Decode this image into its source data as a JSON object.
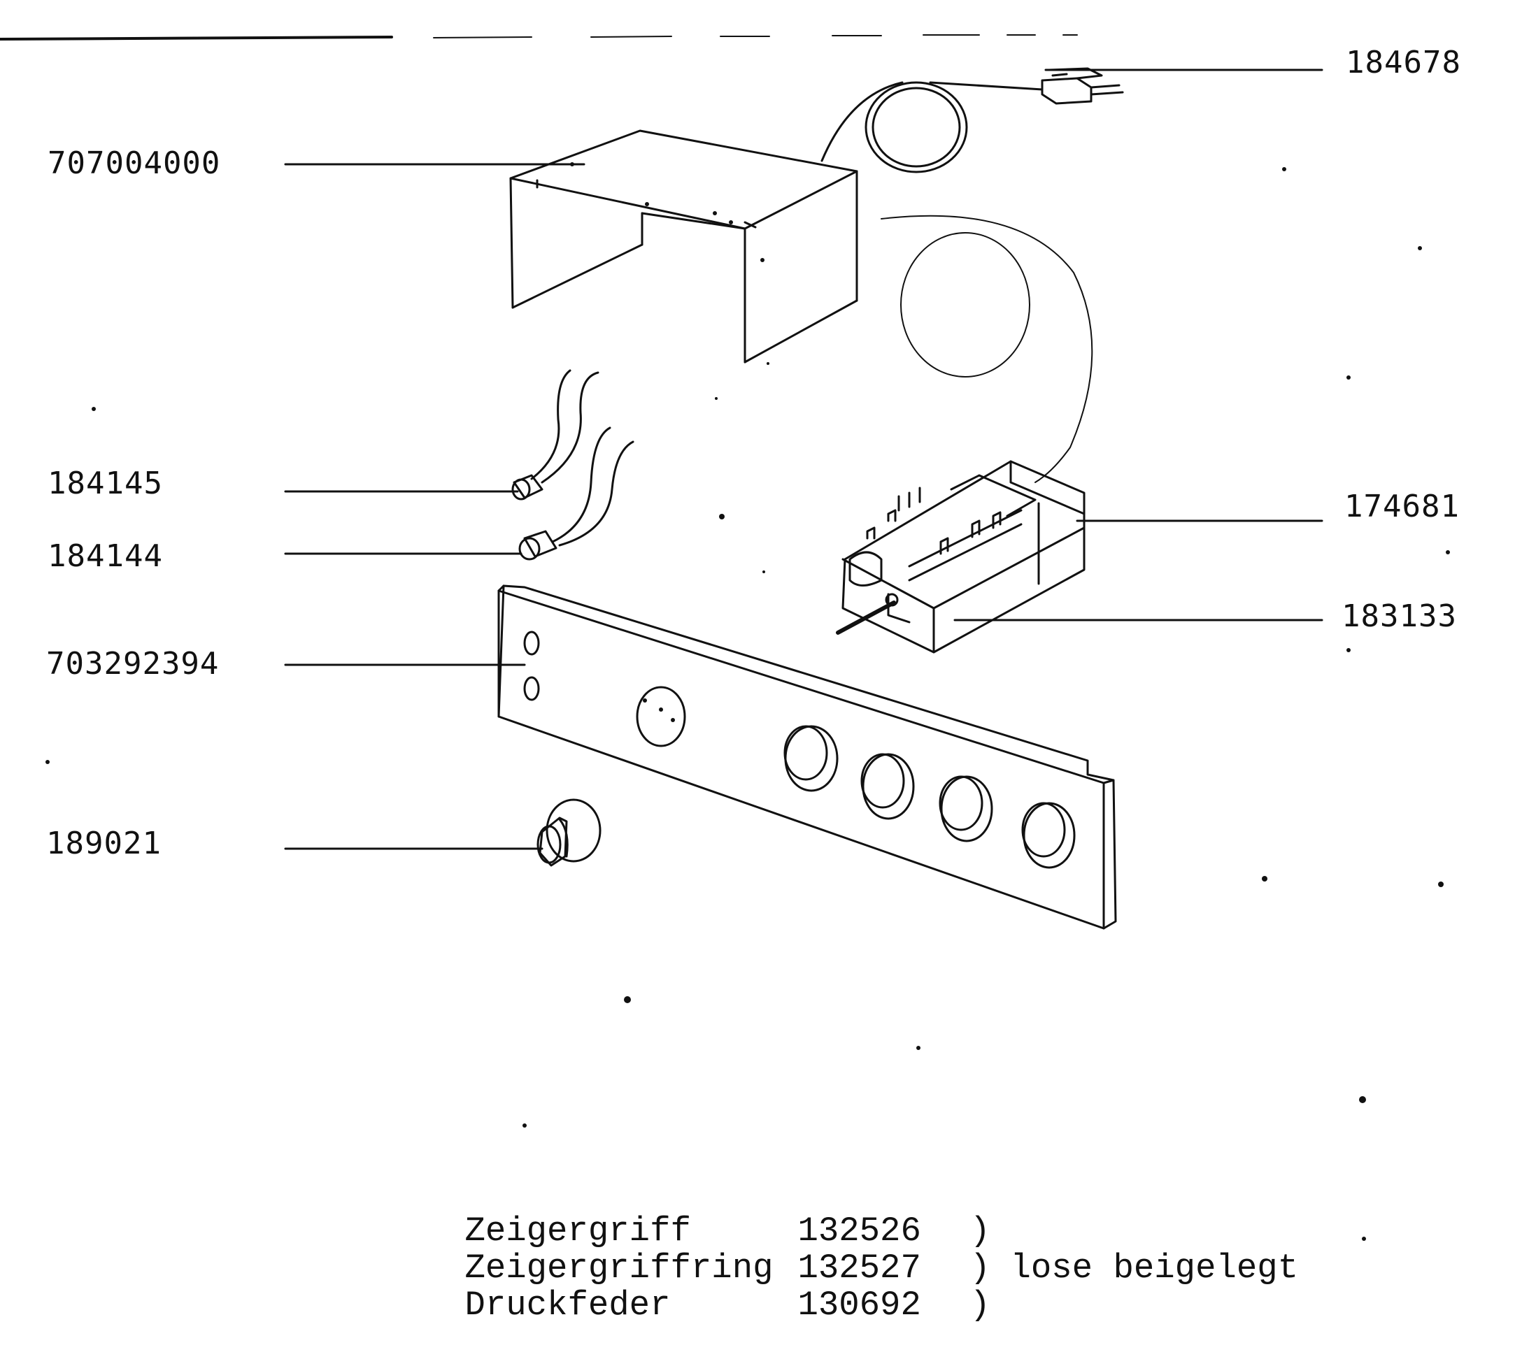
{
  "parts": [
    {
      "id": "p184678",
      "number": "184678"
    },
    {
      "id": "p707004000",
      "number": "707004000"
    },
    {
      "id": "p184145",
      "number": "184145"
    },
    {
      "id": "p184144",
      "number": "184144"
    },
    {
      "id": "p174681",
      "number": "174681"
    },
    {
      "id": "p183133",
      "number": "183133"
    },
    {
      "id": "p703292394",
      "number": "703292394"
    },
    {
      "id": "p189021",
      "number": "189021"
    }
  ],
  "notes": [
    {
      "name": "Zeigergriff",
      "number": "132526",
      "bracket": ")",
      "remark": ""
    },
    {
      "name": "Zeigergriffring",
      "number": "132527",
      "bracket": ")",
      "remark": "lose beigelegt"
    },
    {
      "name": "Druckfeder",
      "number": "130692",
      "bracket": ")",
      "remark": ""
    }
  ]
}
